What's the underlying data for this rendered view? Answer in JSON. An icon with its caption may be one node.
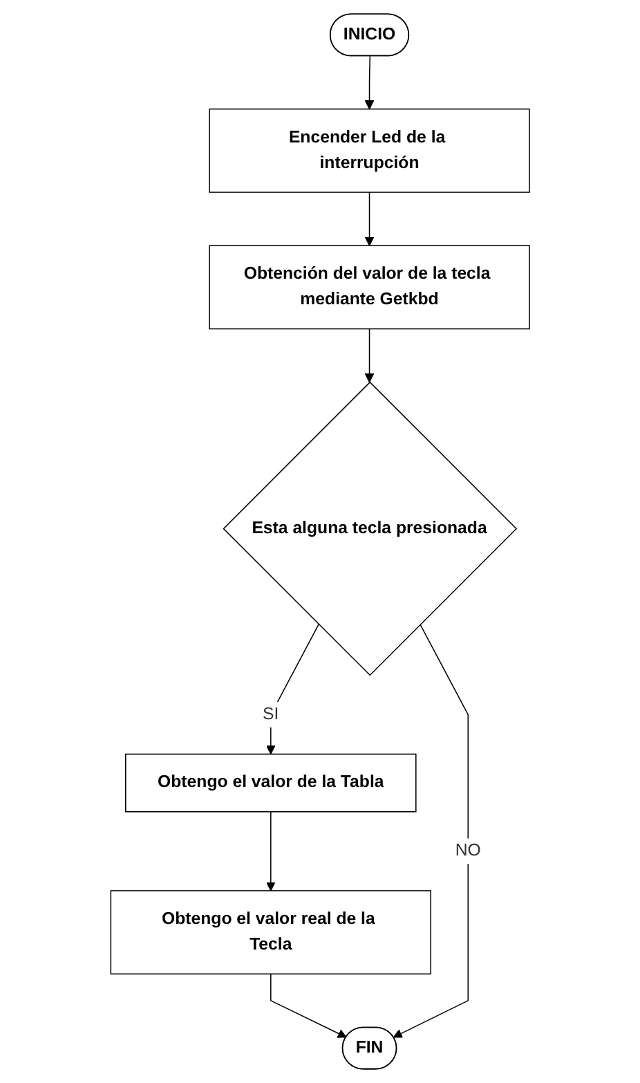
{
  "diagram": {
    "nodes": [
      {
        "text": [
          "INICIO"
        ]
      },
      {
        "text": [
          "Encender Led de la interrupción"
        ]
      },
      {
        "text": [
          "Obtención del valor de la tecla mediante Getkbd"
        ]
      },
      {
        "text": [
          "Esta alguna tecla presionada"
        ]
      },
      {
        "text": [
          "Obtengo el valor de la Tabla"
        ]
      },
      {
        "text": [
          "Obtengo el valor real de la Tecla"
        ]
      },
      {
        "text": [
          "FIN"
        ]
      }
    ],
    "edges": [
      {
        "from": 0,
        "to": 1,
        "arrow": "to"
      },
      {
        "from": 1,
        "to": 2,
        "arrow": "to"
      },
      {
        "from": 2,
        "to": 3,
        "arrow": "to"
      },
      {
        "from": 3,
        "to": 4,
        "label": "SI",
        "arrow": "to"
      },
      {
        "from": 4,
        "to": 5,
        "arrow": "to"
      },
      {
        "from": 5,
        "to": 6,
        "arrow": "to"
      },
      {
        "from": 3,
        "to": 6,
        "label": "NO",
        "arrow": "to"
      }
    ]
  }
}
